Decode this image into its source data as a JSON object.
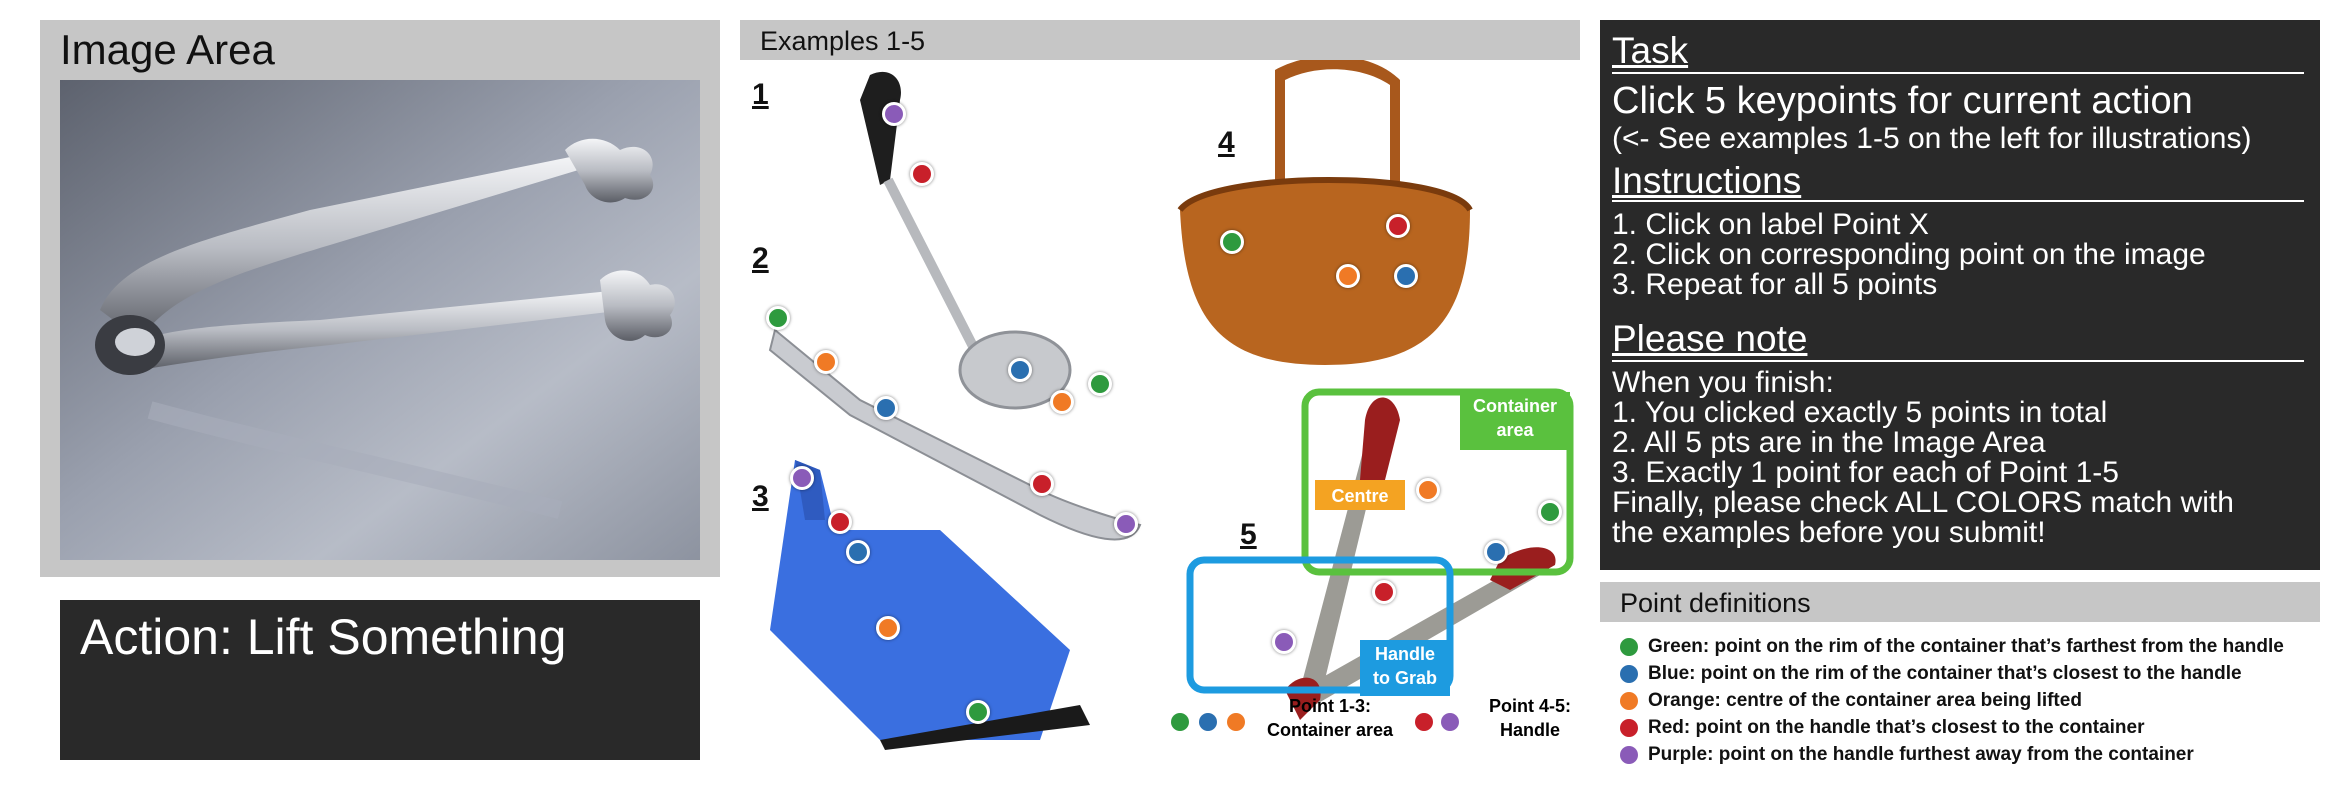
{
  "image_area": {
    "title": "Image Area"
  },
  "action": {
    "text": "Action: Lift Something"
  },
  "examples": {
    "title": "Examples 1-5",
    "labels": [
      "1",
      "2",
      "3",
      "4",
      "5"
    ],
    "centre_label": "Centre",
    "container_area_label": "Container area",
    "handle_label": "Handle to Grab",
    "legend_container": "Point 1-3: Container area",
    "legend_handle": "Point 4-5: Handle"
  },
  "task": {
    "heading": "Task",
    "main_line": "Click 5 keypoints for current action",
    "sub_line": "(<- See examples 1-5 on the left for illustrations)",
    "instructions_heading": "Instructions",
    "instructions": [
      "1. Click on label Point X",
      "2. Click on corresponding point on the image",
      "3. Repeat for all 5 points"
    ],
    "note_heading": "Please note",
    "notes": [
      "When you finish:",
      "1. You clicked exactly 5 points in total",
      "2. All 5 pts are in the Image Area",
      "3. Exactly 1 point for each of Point 1-5",
      "Finally, please check ALL COLORS match with",
      "the examples before you submit!"
    ]
  },
  "point_definitions": {
    "title": "Point definitions",
    "items": [
      {
        "color": "#2e9a3e",
        "text": "Green: point on the rim of the container that’s farthest from the handle"
      },
      {
        "color": "#2a6fb0",
        "text": "Blue: point on the rim of the container that’s closest to the handle"
      },
      {
        "color": "#f07a25",
        "text": "Orange: centre of the container area being lifted"
      },
      {
        "color": "#c8202a",
        "text": "Red: point on the handle that’s closest to the container"
      },
      {
        "color": "#8a5bb8",
        "text": "Purple: point on the handle furthest away from the container"
      }
    ]
  },
  "colors": {
    "green": "#2e9a3e",
    "blue": "#2a6fb0",
    "orange": "#f07a25",
    "red": "#c8202a",
    "purple": "#8a5bb8",
    "container_box": "#5ac13e",
    "handle_box": "#1d9be0",
    "centre_box": "#f4a322"
  }
}
